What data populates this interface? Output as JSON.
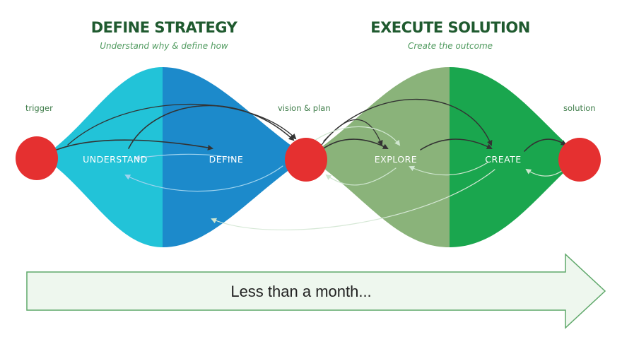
{
  "phases": {
    "define": {
      "title": "DEFINE STRATEGY",
      "subtitle": "Understand why & define how"
    },
    "execute": {
      "title": "EXECUTE SOLUTION",
      "subtitle": "Create the outcome"
    }
  },
  "milestones": {
    "trigger": "trigger",
    "vision_plan": "vision & plan",
    "solution": "solution"
  },
  "stages": {
    "understand": "UNDERSTAND",
    "define": "DEFINE",
    "explore": "EXPLORE",
    "create": "CREATE"
  },
  "timeline": {
    "label": "Less than a month..."
  },
  "colors": {
    "understand": "#22c3d8",
    "define": "#1c8acb",
    "explore": "#8ab37a",
    "create": "#1aa64e",
    "milestone": "#e53030",
    "title": "#1f5a2f",
    "subtitle": "#4f9a5e"
  }
}
